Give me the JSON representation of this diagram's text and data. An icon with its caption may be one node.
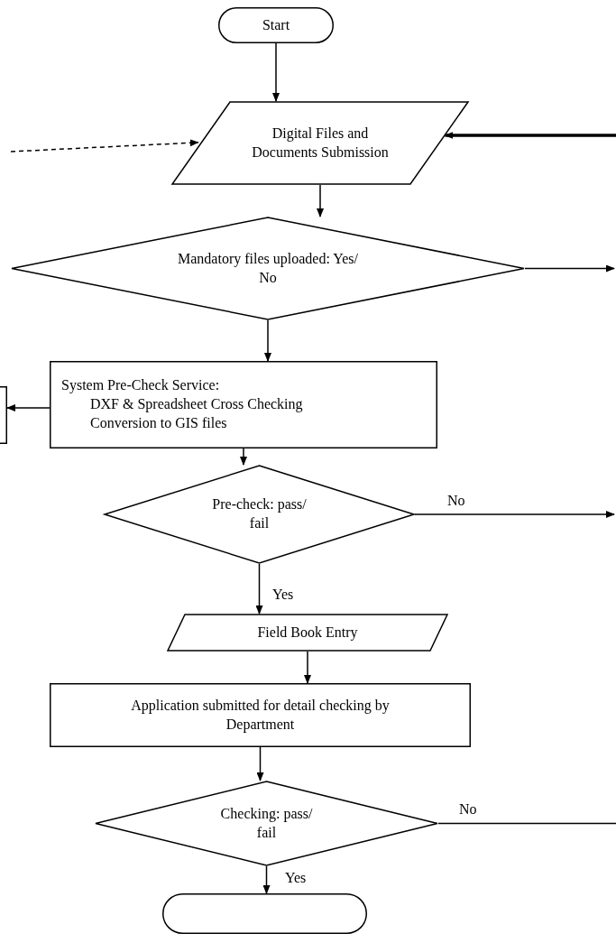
{
  "diagram": {
    "nodes": [
      {
        "text": [
          "Start"
        ]
      },
      {
        "text": [
          "Digital Files and Documents Submission"
        ]
      },
      {
        "text": [
          "Mandatory files uploaded: Yes/ No"
        ]
      },
      {
        "text": [
          "System Pre-Check Service:",
          "DXF & Spreadsheet Cross Checking",
          "Conversion to GIS files"
        ]
      },
      {
        "text": [],
        "shape": "box"
      },
      {
        "text": [
          "Pre-check: pass/ fail"
        ]
      },
      {
        "text": [
          "Field Book Entry"
        ]
      },
      {
        "text": [
          "Application submitted for detail checking by Department"
        ]
      },
      {
        "text": [
          "Checking: pass/ fail"
        ]
      },
      {
        "text": [],
        "shape": "terminal"
      }
    ],
    "edges": [
      {
        "from": 0,
        "to": 1,
        "arrow": "to"
      },
      {
        "from": null,
        "to": 1,
        "arrow": "to",
        "style": "dashed"
      },
      {
        "from": null,
        "to": 1,
        "arrow": "to",
        "style": "thick"
      },
      {
        "from": 1,
        "to": 2,
        "arrow": "to"
      },
      {
        "from": 2,
        "to": null,
        "arrow": "to"
      },
      {
        "from": 2,
        "to": 3,
        "arrow": "to"
      },
      {
        "from": 3,
        "to": 4,
        "arrow": "to"
      },
      {
        "from": 3,
        "to": 5,
        "arrow": "to"
      },
      {
        "from": 5,
        "to": null,
        "arrow": "to",
        "label": "No"
      },
      {
        "from": 5,
        "to": 6,
        "arrow": "to",
        "label": "Yes"
      },
      {
        "from": 6,
        "to": 7,
        "arrow": "to"
      },
      {
        "from": 7,
        "to": 8,
        "arrow": "to"
      },
      {
        "from": 8,
        "to": null,
        "arrow": "none",
        "label": "No"
      },
      {
        "from": 8,
        "to": 9,
        "arrow": "to",
        "label": "Yes"
      }
    ]
  }
}
